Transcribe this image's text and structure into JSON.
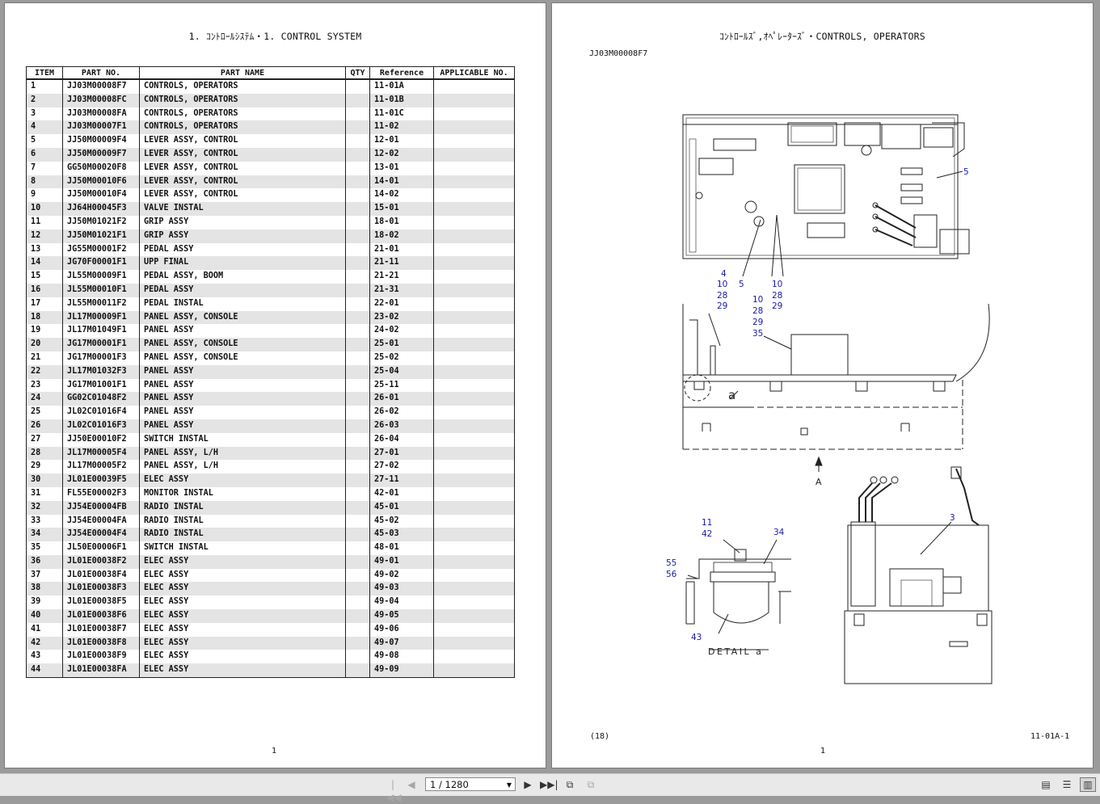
{
  "left_page": {
    "title": "1. ｺﾝﾄﾛｰﾙｼｽﾃﾑ・1. CONTROL SYSTEM",
    "footer": "1",
    "columns": [
      "ITEM",
      "PART NO.",
      "PART NAME",
      "QTY",
      "Reference",
      "APPLICABLE NO."
    ],
    "rows": [
      [
        "1",
        "JJ03M00008F7",
        "CONTROLS, OPERATORS",
        "",
        "11-01A",
        ""
      ],
      [
        "2",
        "JJ03M00008FC",
        "CONTROLS, OPERATORS",
        "",
        "11-01B",
        ""
      ],
      [
        "3",
        "JJ03M00008FA",
        "CONTROLS, OPERATORS",
        "",
        "11-01C",
        ""
      ],
      [
        "4",
        "JJ03M00007F1",
        "CONTROLS, OPERATORS",
        "",
        "11-02",
        ""
      ],
      [
        "5",
        "JJ50M00009F4",
        "LEVER ASSY, CONTROL",
        "",
        "12-01",
        ""
      ],
      [
        "6",
        "JJ50M00009F7",
        "LEVER ASSY, CONTROL",
        "",
        "12-02",
        ""
      ],
      [
        "7",
        "GG50M00020F8",
        "LEVER ASSY, CONTROL",
        "",
        "13-01",
        ""
      ],
      [
        "8",
        "JJ50M00010F6",
        "LEVER ASSY, CONTROL",
        "",
        "14-01",
        ""
      ],
      [
        "9",
        "JJ50M00010F4",
        "LEVER ASSY, CONTROL",
        "",
        "14-02",
        ""
      ],
      [
        "10",
        "JJ64H00045F3",
        "VALVE INSTAL",
        "",
        "15-01",
        ""
      ],
      [
        "11",
        "JJ50M01021F2",
        "GRIP ASSY",
        "",
        "18-01",
        ""
      ],
      [
        "12",
        "JJ50M01021F1",
        "GRIP ASSY",
        "",
        "18-02",
        ""
      ],
      [
        "13",
        "JG55M00001F2",
        "PEDAL ASSY",
        "",
        "21-01",
        ""
      ],
      [
        "14",
        "JG70F00001F1",
        "UPP FINAL",
        "",
        "21-11",
        ""
      ],
      [
        "15",
        "JL55M00009F1",
        "PEDAL ASSY, BOOM",
        "",
        "21-21",
        ""
      ],
      [
        "16",
        "JL55M00010F1",
        "PEDAL ASSY",
        "",
        "21-31",
        ""
      ],
      [
        "17",
        "JL55M00011F2",
        "PEDAL INSTAL",
        "",
        "22-01",
        ""
      ],
      [
        "18",
        "JL17M00009F1",
        "PANEL ASSY, CONSOLE",
        "",
        "23-02",
        ""
      ],
      [
        "19",
        "JL17M01049F1",
        "PANEL ASSY",
        "",
        "24-02",
        ""
      ],
      [
        "20",
        "JG17M00001F1",
        "PANEL ASSY, CONSOLE",
        "",
        "25-01",
        ""
      ],
      [
        "21",
        "JG17M00001F3",
        "PANEL ASSY, CONSOLE",
        "",
        "25-02",
        ""
      ],
      [
        "22",
        "JL17M01032F3",
        "PANEL ASSY",
        "",
        "25-04",
        ""
      ],
      [
        "23",
        "JG17M01001F1",
        "PANEL ASSY",
        "",
        "25-11",
        ""
      ],
      [
        "24",
        "GG02C01048F2",
        "PANEL ASSY",
        "",
        "26-01",
        ""
      ],
      [
        "25",
        "JL02C01016F4",
        "PANEL ASSY",
        "",
        "26-02",
        ""
      ],
      [
        "26",
        "JL02C01016F3",
        "PANEL ASSY",
        "",
        "26-03",
        ""
      ],
      [
        "27",
        "JJ50E00010F2",
        "SWITCH INSTAL",
        "",
        "26-04",
        ""
      ],
      [
        "28",
        "JL17M00005F4",
        "PANEL ASSY, L/H",
        "",
        "27-01",
        ""
      ],
      [
        "29",
        "JL17M00005F2",
        "PANEL ASSY, L/H",
        "",
        "27-02",
        ""
      ],
      [
        "30",
        "JL01E00039F5",
        "ELEC ASSY",
        "",
        "27-11",
        ""
      ],
      [
        "31",
        "FL55E00002F3",
        "MONITOR INSTAL",
        "",
        "42-01",
        ""
      ],
      [
        "32",
        "JJ54E00004FB",
        "RADIO INSTAL",
        "",
        "45-01",
        ""
      ],
      [
        "33",
        "JJ54E00004FA",
        "RADIO INSTAL",
        "",
        "45-02",
        ""
      ],
      [
        "34",
        "JJ54E00004F4",
        "RADIO INSTAL",
        "",
        "45-03",
        ""
      ],
      [
        "35",
        "JL50E00006F1",
        "SWITCH INSTAL",
        "",
        "48-01",
        ""
      ],
      [
        "36",
        "JL01E00038F2",
        "ELEC ASSY",
        "",
        "49-01",
        ""
      ],
      [
        "37",
        "JL01E00038F4",
        "ELEC ASSY",
        "",
        "49-02",
        ""
      ],
      [
        "38",
        "JL01E00038F3",
        "ELEC ASSY",
        "",
        "49-03",
        ""
      ],
      [
        "39",
        "JL01E00038F5",
        "ELEC ASSY",
        "",
        "49-04",
        ""
      ],
      [
        "40",
        "JL01E00038F6",
        "ELEC ASSY",
        "",
        "49-05",
        ""
      ],
      [
        "41",
        "JL01E00038F7",
        "ELEC ASSY",
        "",
        "49-06",
        ""
      ],
      [
        "42",
        "JL01E00038F8",
        "ELEC ASSY",
        "",
        "49-07",
        ""
      ],
      [
        "43",
        "JL01E00038F9",
        "ELEC ASSY",
        "",
        "49-08",
        ""
      ],
      [
        "44",
        "JL01E00038FA",
        "ELEC ASSY",
        "",
        "49-09",
        ""
      ]
    ]
  },
  "right_page": {
    "title": "ｺﾝﾄﾛｰﾙｽﾞ,ｵﾍﾟﾚｰﾀｰｽﾞ・CONTROLS, OPERATORS",
    "doc_code": "JJ03M00008F7",
    "footer_left": "(18)",
    "footer_center": "1",
    "footer_right": "11-01A-1",
    "callouts": {
      "c5a": "5",
      "c4": "4",
      "c10a": "10",
      "c28a": "28",
      "c29a": "29",
      "c5b": "5",
      "c10b": "10",
      "c28b": "28",
      "c29b": "29",
      "c10c": "10",
      "c28c": "28",
      "c29c": "29",
      "c35": "35",
      "c11": "11",
      "c42": "42",
      "c34": "34",
      "c55": "55",
      "c56": "56",
      "c43": "43",
      "c3": "3",
      "view_a": "A",
      "detail_a_mark": "a"
    },
    "detail_label": "DETAIL a",
    "callout_color": "#1a1aa8"
  },
  "toolbar": {
    "page_indicator": "1 / 1280"
  }
}
